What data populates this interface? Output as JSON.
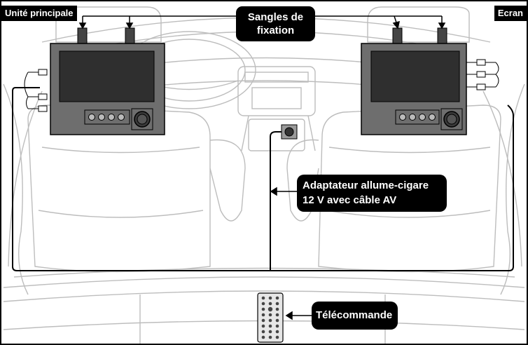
{
  "labels": {
    "main_unit": "Unité principale",
    "screen": "Ecran",
    "straps_line1": "Sangles de",
    "straps_line2": "fixation",
    "adapter_line1": "Adaptateur allume-cigare",
    "adapter_line2": "12 V avec câble AV",
    "remote": "Télécommande"
  },
  "colors": {
    "label_bg": "#000000",
    "label_text": "#ffffff",
    "line_art": "#b8b8b8",
    "monitor_body": "#6e6e6e",
    "monitor_screen": "#303030",
    "cable": "#000000"
  }
}
